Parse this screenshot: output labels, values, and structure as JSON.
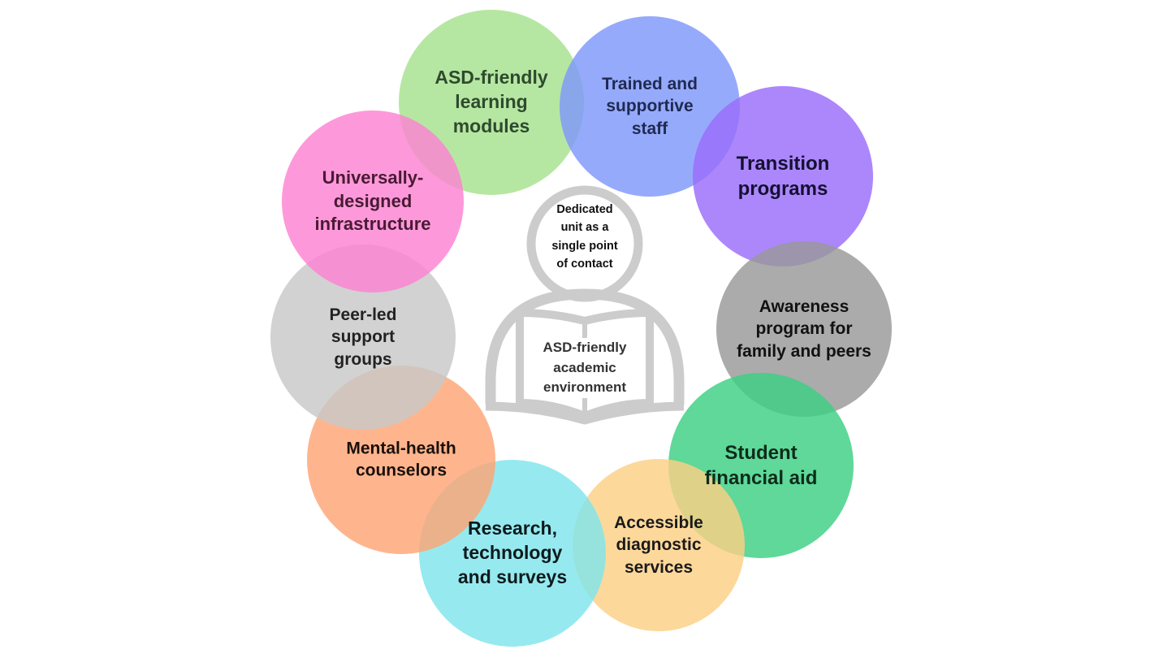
{
  "diagram": {
    "center": {
      "head_text": "Dedicated\nunit  as a\nsingle point\nof contact",
      "book_text": "ASD-friendly\nacademic\nenvironment",
      "icon": "person-reading-book-icon",
      "icon_color": "#cccccc"
    },
    "nodes": [
      {
        "id": "asd-learning-modules",
        "label": "ASD-friendly\nlearning\nmodules",
        "color": "#a6e28e",
        "text_color": "#2e4a2e"
      },
      {
        "id": "trained-staff",
        "label": "Trained and\nsupportive\nstaff",
        "color": "#7f97fb",
        "text_color": "#1f2a52"
      },
      {
        "id": "transition-programs",
        "label": "Transition\nprograms",
        "color": "#9a6cfa",
        "text_color": "#141033"
      },
      {
        "id": "awareness-program",
        "label": "Awareness\nprogram for\nfamily and peers",
        "color": "#999999",
        "text_color": "#111111"
      },
      {
        "id": "student-financial-aid",
        "label": "Student\nfinancial aid",
        "color": "#3ccf82",
        "text_color": "#0e2b1a"
      },
      {
        "id": "accessible-diagnostic",
        "label": "Accessible\ndiagnostic\nservices",
        "color": "#fdd085",
        "text_color": "#1a1a1a"
      },
      {
        "id": "research-technology",
        "label": "Research,\ntechnology\nand surveys",
        "color": "#7fe5eb",
        "text_color": "#0d1a1d"
      },
      {
        "id": "mental-health",
        "label": "Mental-health\ncounselors",
        "color": "#fea575",
        "text_color": "#1a0f0a"
      },
      {
        "id": "peer-led-groups",
        "label": "Peer-led\nsupport\ngroups",
        "color": "#c8c8c8",
        "text_color": "#222222"
      },
      {
        "id": "universal-infrastructure",
        "label": "Universally-\ndesigned\ninfrastructure",
        "color": "#fd82d2",
        "text_color": "#4a1a33"
      }
    ]
  }
}
